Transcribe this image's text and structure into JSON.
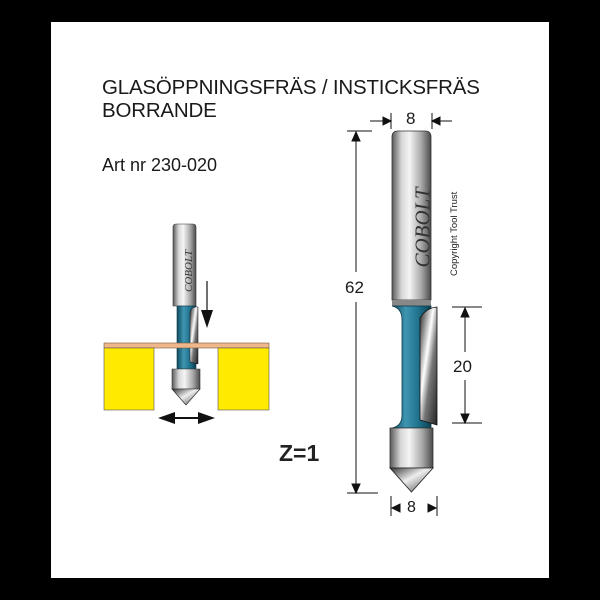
{
  "title": {
    "line1": "GLASÖPPNINGSFRÄS / INSTICKSFRÄS",
    "line2": "BORRANDE"
  },
  "article": {
    "label": "Art nr 230-020"
  },
  "tool": {
    "brand": "COBOLT",
    "copyright": "Copyright Tool Trust",
    "teeth": "Z=1",
    "dimensions": {
      "shank_diameter": "8",
      "total_length": "62",
      "cutting_length": "20",
      "tip_diameter": "8"
    },
    "colors": {
      "flute_blue": "#1d6f8a",
      "steel": "#b5b5b5",
      "workpiece_yellow": "#ffea00",
      "veneer": "#f0b78a"
    }
  },
  "illustration": {
    "brand": "COBOLT"
  }
}
